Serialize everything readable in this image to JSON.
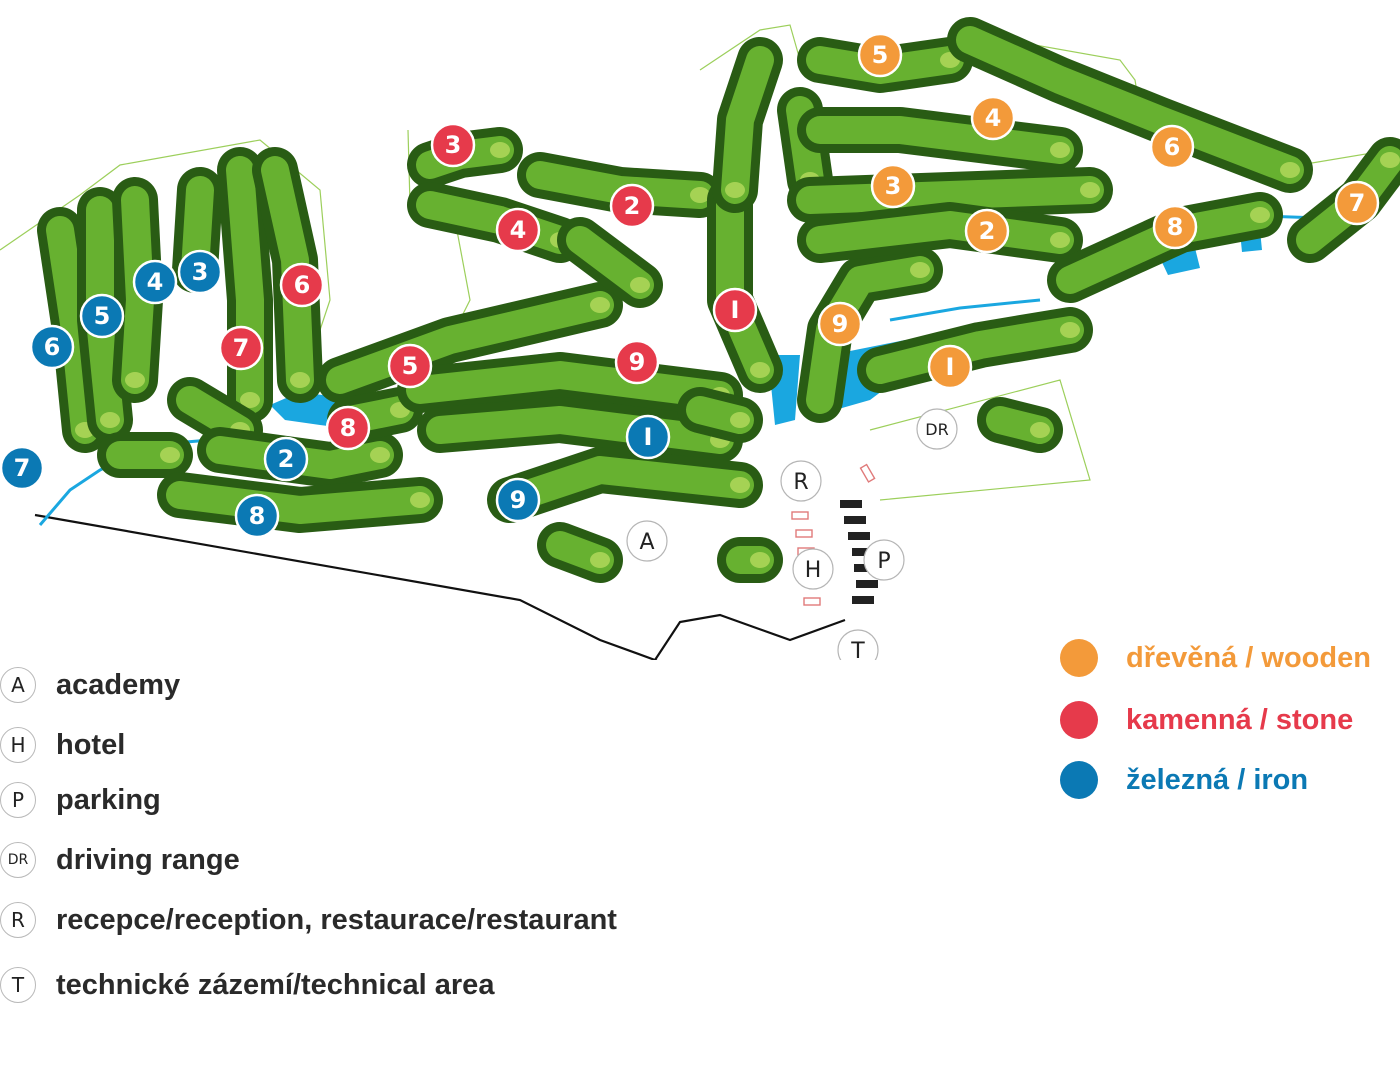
{
  "colors": {
    "wooden": "#f39a3a",
    "stone": "#e63a4b",
    "iron": "#0b79b4",
    "rough": "#295c14",
    "fairway": "#67b130",
    "green_light": "#a5d254",
    "water": "#1aa7e0"
  },
  "holes": {
    "wooden": [
      "5",
      "4",
      "6",
      "3",
      "2",
      "8",
      "7",
      "9",
      "I"
    ],
    "stone": [
      "3",
      "2",
      "4",
      "6",
      "7",
      "5",
      "9",
      "8",
      "I"
    ],
    "iron": [
      "3",
      "4",
      "5",
      "6",
      "7",
      "2",
      "8",
      "I",
      "9"
    ]
  },
  "facility_markers": [
    "DR",
    "R",
    "A",
    "H",
    "P",
    "T"
  ],
  "facilities_legend": [
    {
      "code": "A",
      "label": "academy"
    },
    {
      "code": "H",
      "label": "hotel"
    },
    {
      "code": "P",
      "label": "parking"
    },
    {
      "code": "DR",
      "label": "driving range"
    },
    {
      "code": "R",
      "label": "recepce/reception, restaurace/restaurant"
    },
    {
      "code": "T",
      "label": "technické zázemí/technical area"
    }
  ],
  "courses_legend": [
    {
      "label": "dřevěná / wooden",
      "color_key": "wooden"
    },
    {
      "label": "kamenná / stone",
      "color_key": "stone"
    },
    {
      "label": "železná / iron",
      "color_key": "iron"
    }
  ]
}
